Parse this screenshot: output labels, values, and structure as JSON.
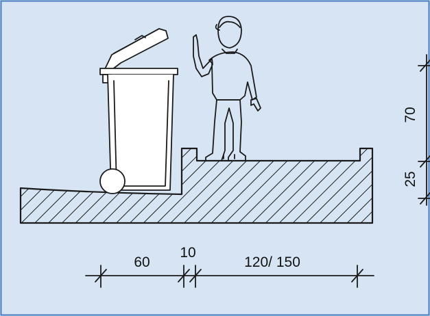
{
  "colors": {
    "background": "#d6e4f3",
    "border": "#4a7fc1",
    "line": "#1a1a1a",
    "fill_white": "#ffffff"
  },
  "dimensions": {
    "horizontal": {
      "bin_width": "60",
      "curb_width": "10",
      "platform_width": "120/ 150"
    },
    "vertical": {
      "person_height": "70",
      "platform_height": "25"
    }
  }
}
